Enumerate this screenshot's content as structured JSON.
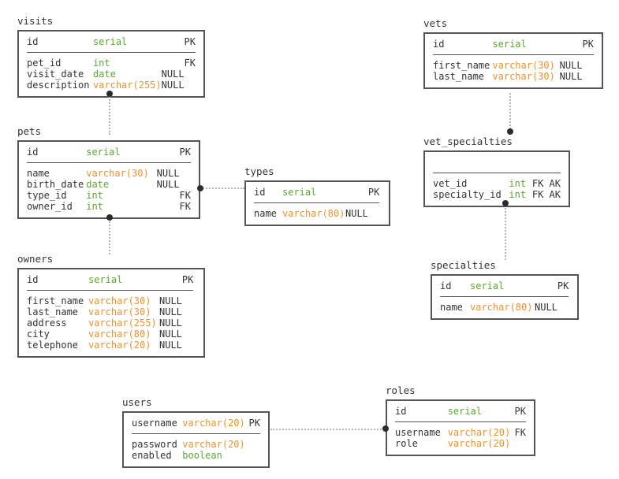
{
  "diagram": {
    "kind": "entity-relationship-diagram",
    "colors": {
      "type_numeric": "#5aa832",
      "type_string": "#f0922b",
      "foreign_key": "#4fa3e3",
      "border": "#555555",
      "text": "#333333",
      "connector": "#b5b5b5",
      "connector_dot": "#2b2b2b",
      "background": "#ffffff"
    },
    "entities": [
      {
        "id": "visits",
        "title": "visits",
        "pk": {
          "name": "id",
          "type": "serial",
          "null": "",
          "key": "PK"
        },
        "fields": [
          {
            "name": "pet_id",
            "type": "int",
            "null": "",
            "key": "FK"
          },
          {
            "name": "visit_date",
            "type": "date",
            "null": "NULL",
            "key": ""
          },
          {
            "name": "description",
            "type": "varchar(255)",
            "null": "NULL",
            "key": ""
          }
        ]
      },
      {
        "id": "pets",
        "title": "pets",
        "pk": {
          "name": "id",
          "type": "serial",
          "null": "",
          "key": "PK"
        },
        "fields": [
          {
            "name": "name",
            "type": "varchar(30)",
            "null": "NULL",
            "key": ""
          },
          {
            "name": "birth_date",
            "type": "date",
            "null": "NULL",
            "key": ""
          },
          {
            "name": "type_id",
            "type": "int",
            "null": "",
            "key": "FK"
          },
          {
            "name": "owner_id",
            "type": "int",
            "null": "",
            "key": "FK"
          }
        ]
      },
      {
        "id": "types",
        "title": "types",
        "pk": {
          "name": "id",
          "type": "serial",
          "null": "",
          "key": "PK"
        },
        "fields": [
          {
            "name": "name",
            "type": "varchar(80)",
            "null": "NULL",
            "key": ""
          }
        ]
      },
      {
        "id": "owners",
        "title": "owners",
        "pk": {
          "name": "id",
          "type": "serial",
          "null": "",
          "key": "PK"
        },
        "fields": [
          {
            "name": "first_name",
            "type": "varchar(30)",
            "null": "NULL",
            "key": ""
          },
          {
            "name": "last_name",
            "type": "varchar(30)",
            "null": "NULL",
            "key": ""
          },
          {
            "name": "address",
            "type": "varchar(255)",
            "null": "NULL",
            "key": ""
          },
          {
            "name": "city",
            "type": "varchar(80)",
            "null": "NULL",
            "key": ""
          },
          {
            "name": "telephone",
            "type": "varchar(20)",
            "null": "NULL",
            "key": ""
          }
        ]
      },
      {
        "id": "vets",
        "title": "vets",
        "pk": {
          "name": "id",
          "type": "serial",
          "null": "",
          "key": "PK"
        },
        "fields": [
          {
            "name": "first_name",
            "type": "varchar(30)",
            "null": "NULL",
            "key": ""
          },
          {
            "name": "last_name",
            "type": "varchar(30)",
            "null": "NULL",
            "key": ""
          }
        ]
      },
      {
        "id": "vet_specialties",
        "title": "vet_specialties",
        "pk": {
          "name": "",
          "type": "",
          "null": "",
          "key": ""
        },
        "fields": [
          {
            "name": "vet_id",
            "type": "int",
            "null": "",
            "key": "FK AK"
          },
          {
            "name": "specialty_id",
            "type": "int",
            "null": "",
            "key": "FK AK"
          }
        ]
      },
      {
        "id": "specialties",
        "title": "specialties",
        "pk": {
          "name": "id",
          "type": "serial",
          "null": "",
          "key": "PK"
        },
        "fields": [
          {
            "name": "name",
            "type": "varchar(80)",
            "null": "NULL",
            "key": ""
          }
        ]
      },
      {
        "id": "users",
        "title": "users",
        "pk": {
          "name": "username",
          "type": "varchar(20)",
          "null": "",
          "key": "PK"
        },
        "fields": [
          {
            "name": "password",
            "type": "varchar(20)",
            "null": "",
            "key": ""
          },
          {
            "name": "enabled",
            "type": "boolean",
            "null": "",
            "key": ""
          }
        ]
      },
      {
        "id": "roles",
        "title": "roles",
        "pk": {
          "name": "id",
          "type": "serial",
          "null": "",
          "key": "PK"
        },
        "fields": [
          {
            "name": "username",
            "type": "varchar(20)",
            "null": "",
            "key": "FK"
          },
          {
            "name": "role",
            "type": "varchar(20)",
            "null": "",
            "key": ""
          }
        ]
      }
    ],
    "relationships": [
      {
        "from": "visits",
        "to": "pets",
        "orientation": "vertical"
      },
      {
        "from": "pets",
        "to": "types",
        "orientation": "horizontal"
      },
      {
        "from": "pets",
        "to": "owners",
        "orientation": "vertical"
      },
      {
        "from": "vets",
        "to": "vet_specialties",
        "orientation": "vertical"
      },
      {
        "from": "vet_specialties",
        "to": "specialties",
        "orientation": "vertical"
      },
      {
        "from": "users",
        "to": "roles",
        "orientation": "horizontal"
      }
    ]
  }
}
